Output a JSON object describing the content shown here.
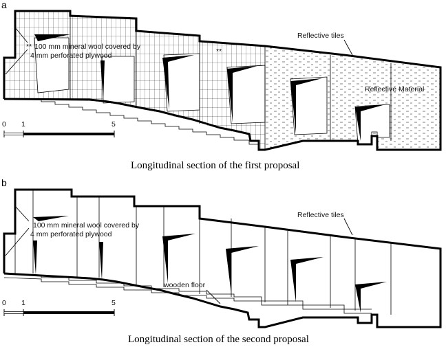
{
  "panel_a": {
    "letter": "a",
    "label_wool_prefix": "**",
    "label_wool_line1": "100 mm mineral wool covered by",
    "label_wool_line2": "4 mm perforated plywood",
    "label_double_star": "**",
    "label_reflective_tiles": "Reflective tiles",
    "label_reflective_material": "Reflective Material",
    "scale_0": "0",
    "scale_1": "1",
    "scale_5": "5",
    "caption": "Longitudinal section of the first proposal"
  },
  "panel_b": {
    "letter": "b",
    "label_wool_line1": "100 mm mineral wool covered by",
    "label_wool_line2": "4 mm perforated plywood",
    "label_reflective_tiles": "Reflective tiles",
    "label_wooden_floor": "wooden floor",
    "scale_0": "0",
    "scale_1": "1",
    "scale_5": "5",
    "caption": "Longitudinal section of the second proposal"
  },
  "colors": {
    "ink": "#000000",
    "paper": "#ffffff"
  }
}
